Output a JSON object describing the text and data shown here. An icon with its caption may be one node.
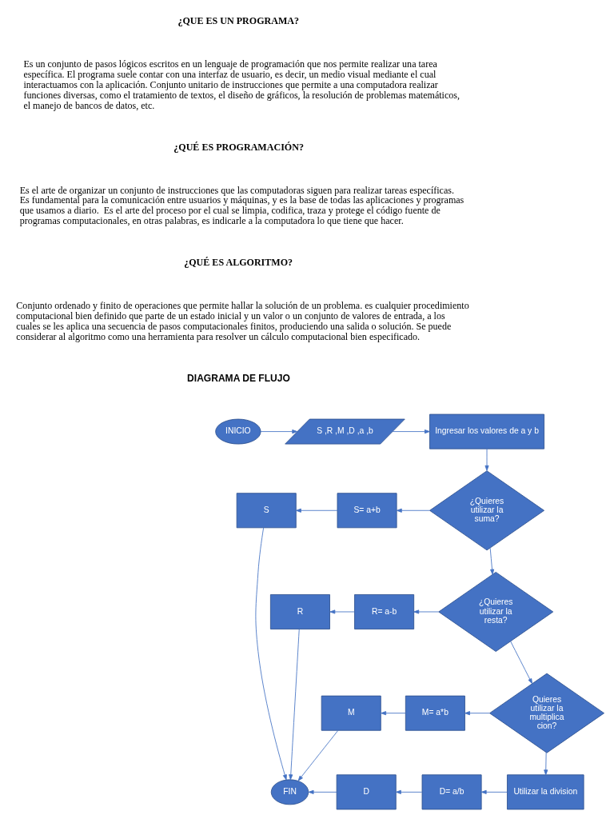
{
  "diagram": {
    "nodes": [
      {
        "text": [
          "INICIO"
        ]
      },
      {
        "text": [
          "S ,R ,M ,D ,a ,b"
        ]
      },
      {
        "text": [
          "Ingresar los valores de a y b"
        ]
      },
      {
        "text": [
          "¿Quieres utilizar la suma?"
        ]
      },
      {
        "text": [
          "S= a+b"
        ]
      },
      {
        "text": [
          "S"
        ]
      },
      {
        "text": [
          "¿Quieres utilizar la resta?"
        ]
      },
      {
        "text": [
          "R= a-b"
        ]
      },
      {
        "text": [
          "R"
        ]
      },
      {
        "text": [
          "Quieres utilizar la multiplica cion?"
        ]
      },
      {
        "text": [
          "M= a*b"
        ]
      },
      {
        "text": [
          "M"
        ]
      },
      {
        "text": [
          "Utilizar la division"
        ]
      },
      {
        "text": [
          "D= a/b"
        ]
      },
      {
        "text": [
          "D"
        ]
      },
      {
        "text": [
          "FIN"
        ]
      }
    ],
    "edges": [
      {
        "from": 0,
        "to": 1,
        "arrow": "to"
      },
      {
        "from": 1,
        "to": 2,
        "arrow": "to"
      },
      {
        "from": 2,
        "to": 3,
        "arrow": "to"
      },
      {
        "from": 3,
        "to": 4,
        "arrow": "to"
      },
      {
        "from": 4,
        "to": 5,
        "arrow": "to"
      },
      {
        "from": 5,
        "to": 15,
        "arrow": "to"
      },
      {
        "from": 3,
        "to": 6,
        "arrow": "to"
      },
      {
        "from": 6,
        "to": 7,
        "arrow": "to"
      },
      {
        "from": 7,
        "to": 8,
        "arrow": "to"
      },
      {
        "from": 8,
        "to": 15,
        "arrow": "to"
      },
      {
        "from": 6,
        "to": 9,
        "arrow": "to"
      },
      {
        "from": 9,
        "to": 10,
        "arrow": "to"
      },
      {
        "from": 10,
        "to": 11,
        "arrow": "to"
      },
      {
        "from": 11,
        "to": 15,
        "arrow": "to"
      },
      {
        "from": 9,
        "to": 12,
        "arrow": "to"
      },
      {
        "from": 12,
        "to": 13,
        "arrow": "to"
      },
      {
        "from": 13,
        "to": 14,
        "arrow": "to"
      },
      {
        "from": 14,
        "to": 15,
        "arrow": "to"
      }
    ],
    "labels": [
      "¿QUE ES UN PROGRAMA?",
      "Es un conjunto de pasos lógicos escritos en un lenguaje de programación que nos permite realizar una tarea específica. El programa suele contar con una interfaz de usuario, es decir, un medio visual mediante el cual interactuamos con la aplicación. Conjunto unitario de instrucciones que permite a una computadora realizar funciones diversas, como el tratamiento de textos, el diseño de gráficos, la resolución de problemas matemáticos, el manejo de bancos de datos, etc.",
      "¿QUÉ ES PROGRAMACIÓN?",
      "Es el arte de organizar un conjunto de instrucciones que las computadoras siguen para realizar tareas específicas. Es fundamental para la comunicación entre usuarios y máquinas, y es la base de todas las aplicaciones y programas que usamos a diario.  Es el arte del proceso por el cual se limpia, codifica, traza y protege el código fuente de programas computacionales, en otras palabras, es indicarle a la computadora lo que tiene que hacer.",
      "¿QUÉ ES ALGORITMO?",
      "Conjunto ordenado y finito de operaciones que permite hallar la solución de un problema. es cualquier procedimiento computacional bien definido que parte de un estado inicial y un valor o un conjunto de valores de entrada, a los cuales se les aplica una secuencia de pasos computacionales finitos, produciendo una salida o solución. Se puede considerar al algoritmo como una herramienta para resolver un cálculo computacional bien especificado.",
      "DIAGRAMA DE FLUJO"
    ]
  }
}
